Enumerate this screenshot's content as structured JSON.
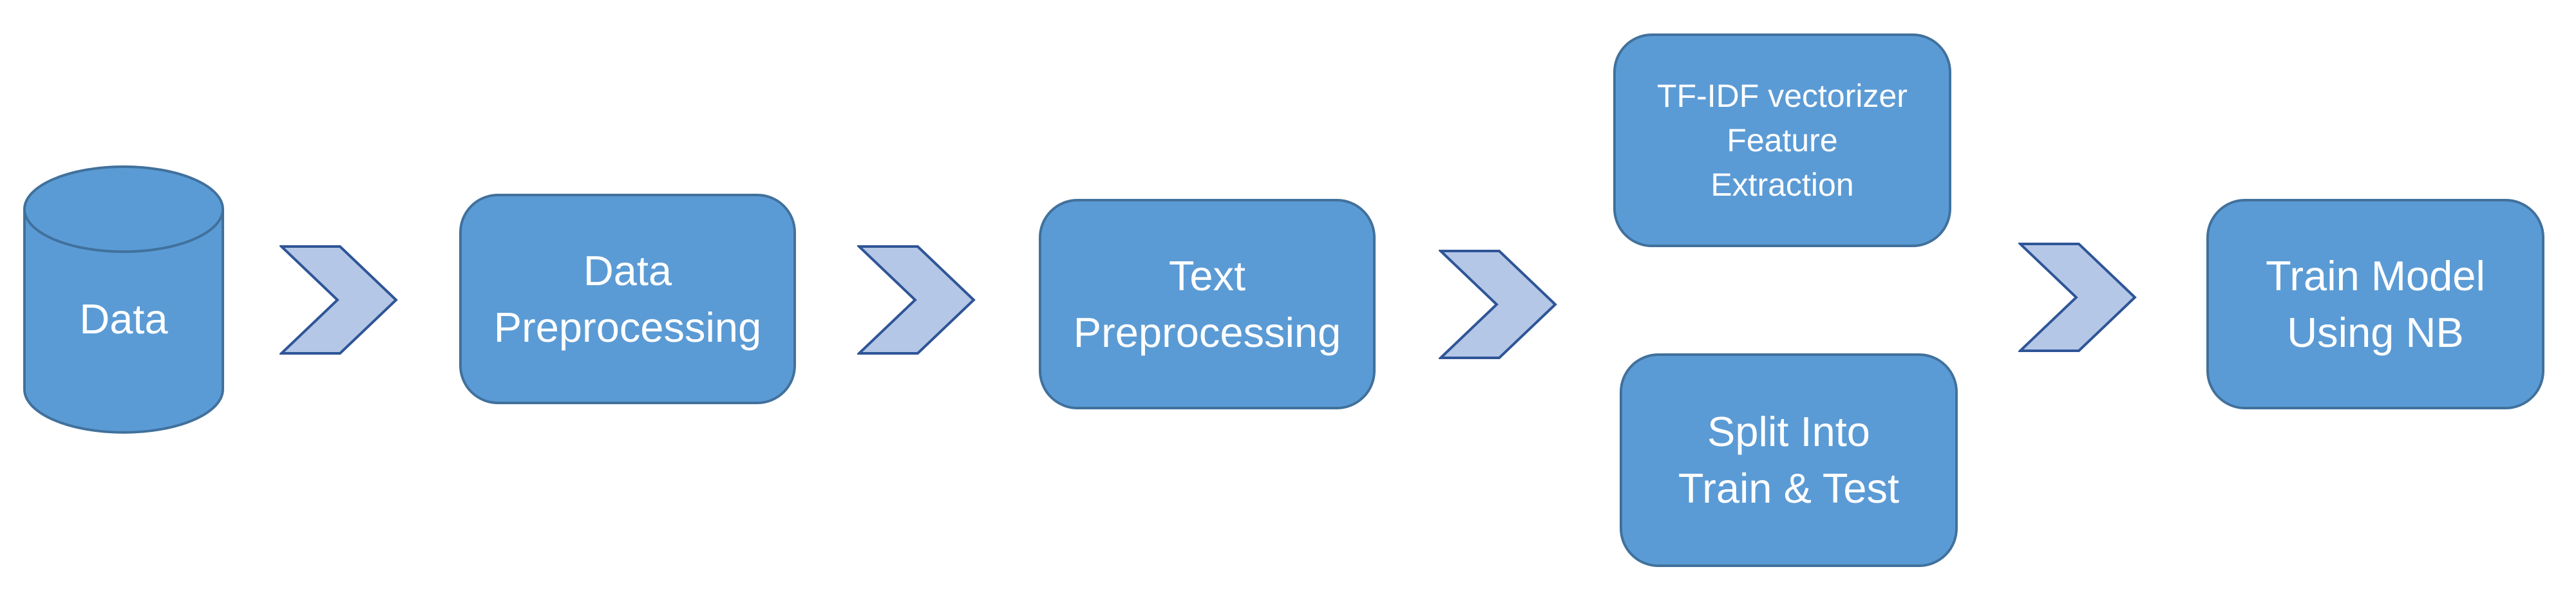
{
  "colors": {
    "box_fill": "#5b9bd5",
    "box_border": "#41719c",
    "chevron_fill": "#b4c7e7",
    "chevron_border": "#2f5597",
    "text": "#ffffff"
  },
  "nodes": {
    "data": {
      "label": "Data"
    },
    "data_preprocessing": {
      "lines": [
        "Data",
        "Preprocessing"
      ]
    },
    "text_preprocessing": {
      "lines": [
        "Text",
        "Preprocessing"
      ]
    },
    "tfidf": {
      "lines": [
        "TF-IDF vectorizer",
        "Feature",
        "Extraction"
      ]
    },
    "split": {
      "lines": [
        "Split Into",
        "Train & Test"
      ]
    },
    "train_model": {
      "lines": [
        "Train Model",
        "Using NB"
      ]
    }
  },
  "connectors": [
    {
      "shape": "chevron-right-icon"
    },
    {
      "shape": "chevron-right-icon"
    },
    {
      "shape": "chevron-right-icon"
    },
    {
      "shape": "chevron-right-icon"
    }
  ]
}
